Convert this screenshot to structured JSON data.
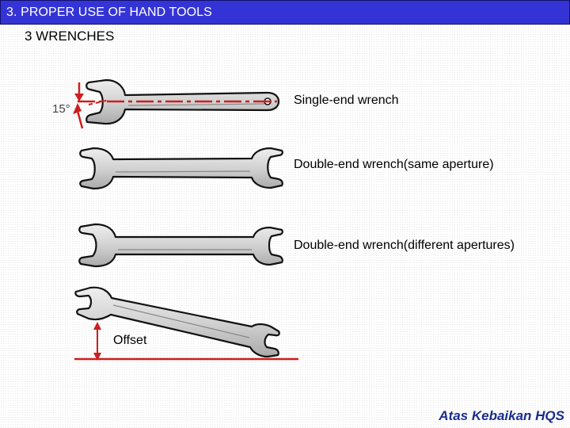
{
  "header": {
    "title": "3. PROPER USE OF HAND TOOLS"
  },
  "subtitle": "3 WRENCHES",
  "angle_label": "15°",
  "wrenches": [
    {
      "label": "Single-end wrench"
    },
    {
      "label": "Double-end wrench(same aperture)"
    },
    {
      "label": "Double-end wrench(different apertures)"
    },
    {
      "label": "Offset"
    }
  ],
  "credit": "Atas Kebaikan HQS",
  "colors": {
    "title_bar": "#3434d6",
    "annotation": "#cc1f1f",
    "credit": "#1a2d8f"
  }
}
